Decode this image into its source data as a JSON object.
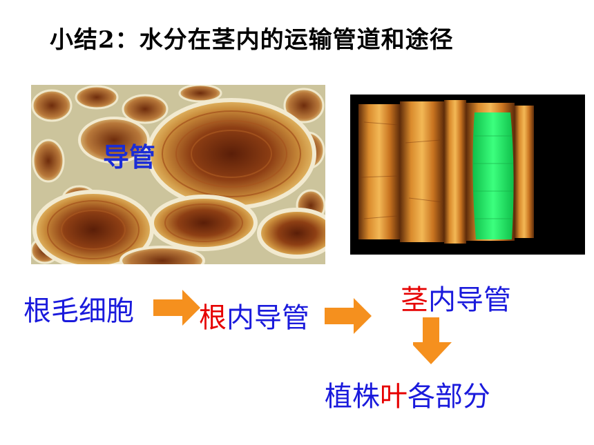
{
  "title": "小结2：水分在茎内的运输管道和途径",
  "image_left": {
    "label": "导管"
  },
  "flow": {
    "step1": "根毛细胞",
    "step2_highlight": "根",
    "step2_rest": "内导管",
    "step3_highlight": "茎",
    "step3_rest": "内导管",
    "step4_part1": "植株",
    "step4_highlight": "叶",
    "step4_part2": "各部分"
  },
  "colors": {
    "text_blue": "#1a1adc",
    "highlight_red": "#e60000",
    "arrow_orange": "#f5901e"
  }
}
